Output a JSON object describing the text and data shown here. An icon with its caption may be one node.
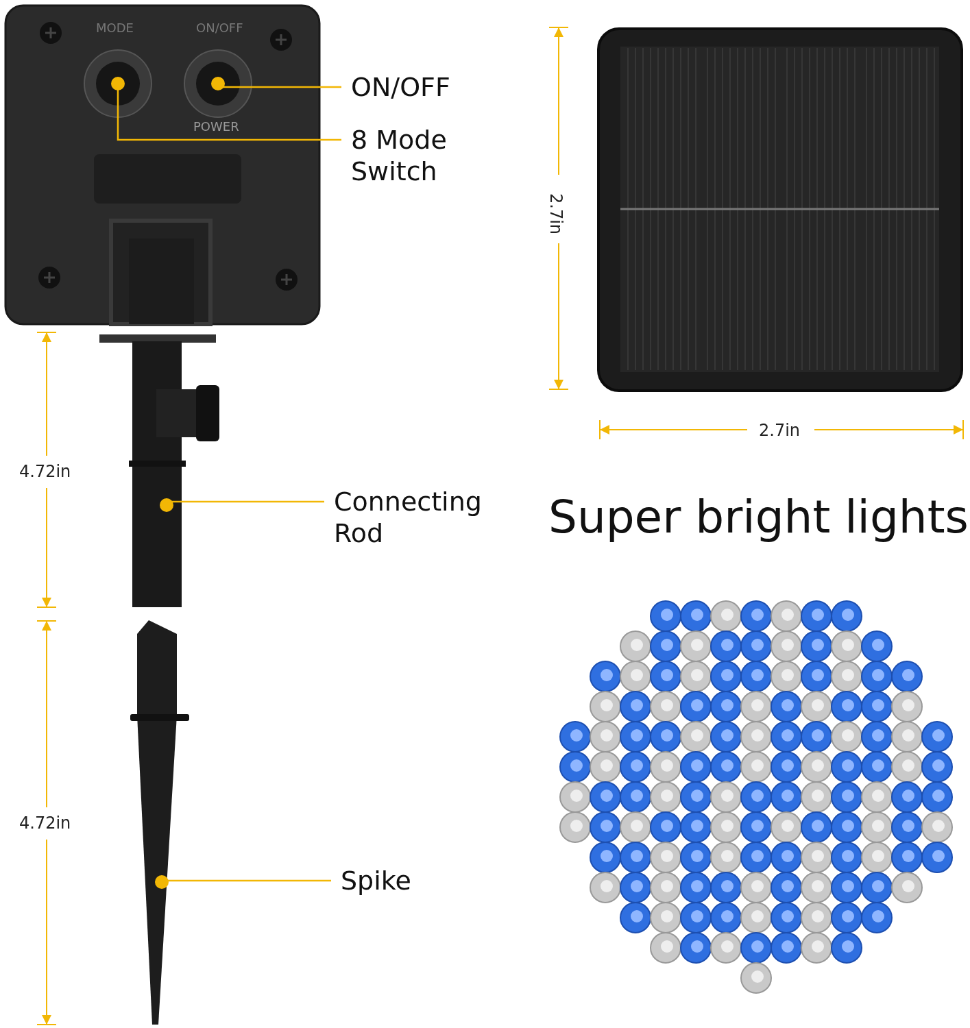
{
  "diagram": {
    "title": "Super bright lights",
    "nodes": [
      {
        "text": [
          "ON/OFF"
        ]
      },
      {
        "text": [
          "8 Mode Switch"
        ]
      },
      {
        "text": [
          "Connecting Rod"
        ]
      },
      {
        "text": [
          "Spike"
        ]
      },
      {
        "text": [],
        "shape": "picture",
        "beside": [
          "ON/OFF"
        ]
      },
      {
        "text": [],
        "shape": "picture",
        "beside": [
          "MODE"
        ]
      },
      {
        "text": [],
        "shape": "picture"
      },
      {
        "text": [],
        "shape": "picture"
      }
    ],
    "edges": [
      {
        "from": 0,
        "to": 4,
        "arrow": "none"
      },
      {
        "from": 1,
        "to": 5,
        "arrow": "none"
      },
      {
        "from": 2,
        "to": 6,
        "arrow": "none"
      },
      {
        "from": 3,
        "to": 7,
        "arrow": "none"
      }
    ],
    "labels": [
      "POWER",
      "2.7in",
      "2.7in",
      "4.72in",
      "4.72in"
    ]
  }
}
